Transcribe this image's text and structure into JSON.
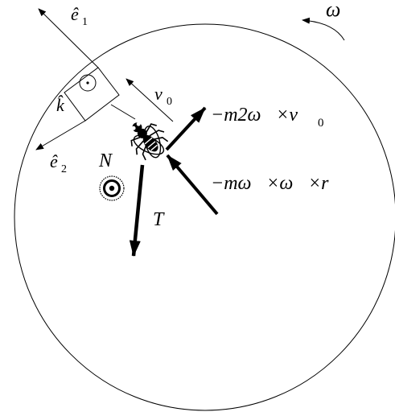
{
  "labels": {
    "omega": "ω",
    "e1": "ê",
    "e1_sub": "1",
    "e2": "ê",
    "e2_sub": "2",
    "k": "k̂",
    "v0": "v⃗",
    "v0_sub": "0",
    "N": "N⃗",
    "T": "T⃗",
    "coriolis": "−m2ω⃗×v⃗",
    "coriolis_sub": "0",
    "centrifugal": "−mω⃗×ω⃗×r⃗"
  },
  "colors": {
    "ink": "#000000",
    "background": "#ffffff"
  },
  "icons": {
    "fly": "fly-icon",
    "out_of_page_k": "dot-in-circle-icon",
    "normal_force": "dot-in-circle-icon"
  }
}
